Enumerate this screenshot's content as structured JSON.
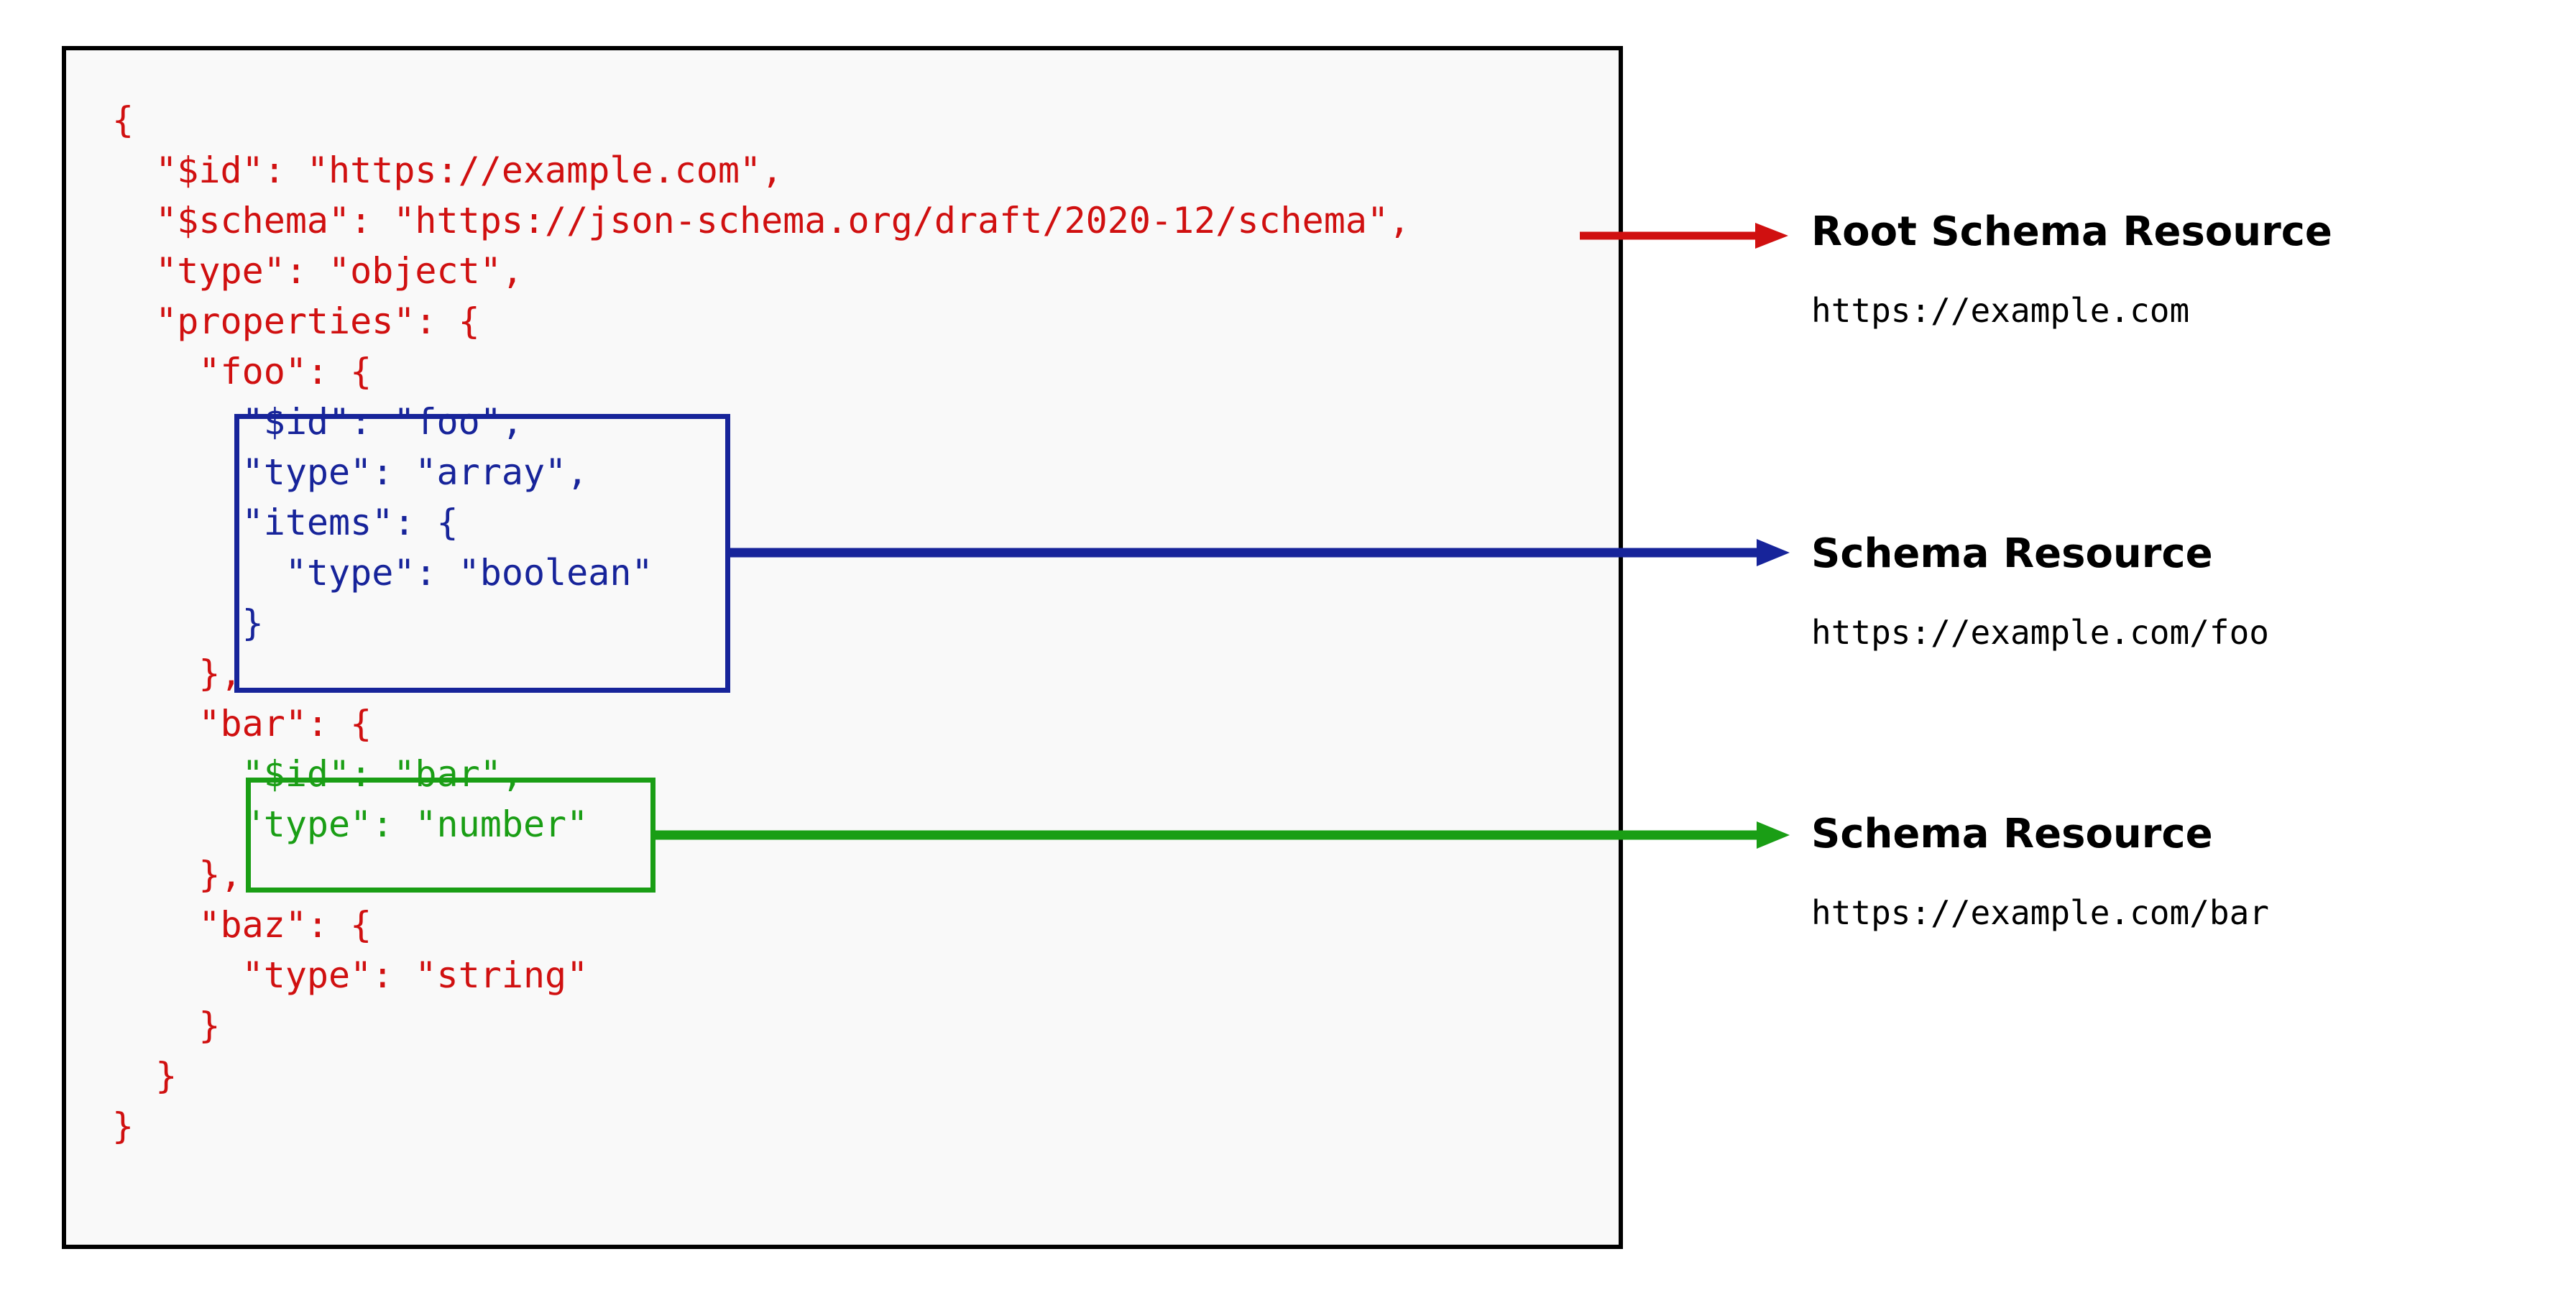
{
  "panel": {
    "name": "json-schema-code-panel",
    "background": "#f9f9f9",
    "border_color": "#000000"
  },
  "colors": {
    "root_red": "#d01010",
    "foo_blue": "#17249a",
    "bar_green": "#1a9e15",
    "text_black": "#000000"
  },
  "code": {
    "language": "json",
    "lines": [
      {
        "text": "{",
        "color": "red"
      },
      {
        "text": "  \"$id\": \"https://example.com\",",
        "color": "red"
      },
      {
        "text": "  \"$schema\": \"https://json-schema.org/draft/2020-12/schema\",",
        "color": "red"
      },
      {
        "text": "  \"type\": \"object\",",
        "color": "red"
      },
      {
        "text": "  \"properties\": {",
        "color": "red"
      },
      {
        "text": "    \"foo\": {",
        "color": "red"
      },
      {
        "text": "      \"$id\": \"foo\",",
        "color": "blue"
      },
      {
        "text": "      \"type\": \"array\",",
        "color": "blue"
      },
      {
        "text": "      \"items\": {",
        "color": "blue"
      },
      {
        "text": "        \"type\": \"boolean\"",
        "color": "blue"
      },
      {
        "text": "      }",
        "color": "blue"
      },
      {
        "text": "    },",
        "color": "red"
      },
      {
        "text": "    \"bar\": {",
        "color": "red"
      },
      {
        "text": "      \"$id\": \"bar\",",
        "color": "green"
      },
      {
        "text": "      \"type\": \"number\"",
        "color": "green"
      },
      {
        "text": "    },",
        "color": "red"
      },
      {
        "text": "    \"baz\": {",
        "color": "red"
      },
      {
        "text": "      \"type\": \"string\"",
        "color": "red"
      },
      {
        "text": "    }",
        "color": "red"
      },
      {
        "text": "  }",
        "color": "red"
      },
      {
        "text": "}",
        "color": "red"
      }
    ],
    "full_text": "{\n  \"$id\": \"https://example.com\",\n  \"$schema\": \"https://json-schema.org/draft/2020-12/schema\",\n  \"type\": \"object\",\n  \"properties\": {\n    \"foo\": {\n      \"$id\": \"foo\",\n      \"type\": \"array\",\n      \"items\": {\n        \"type\": \"boolean\"\n      }\n    },\n    \"bar\": {\n      \"$id\": \"bar\",\n      \"type\": \"number\"\n    },\n    \"baz\": {\n      \"type\": \"string\"\n    }\n  }\n}"
  },
  "annotations": [
    {
      "id": "root",
      "title": "Root Schema Resource",
      "uri": "https://example.com",
      "color": "#d01010"
    },
    {
      "id": "foo",
      "title": "Schema Resource",
      "uri": "https://example.com/foo",
      "color": "#17249a"
    },
    {
      "id": "bar",
      "title": "Schema Resource",
      "uri": "https://example.com/bar",
      "color": "#1a9e15"
    }
  ]
}
